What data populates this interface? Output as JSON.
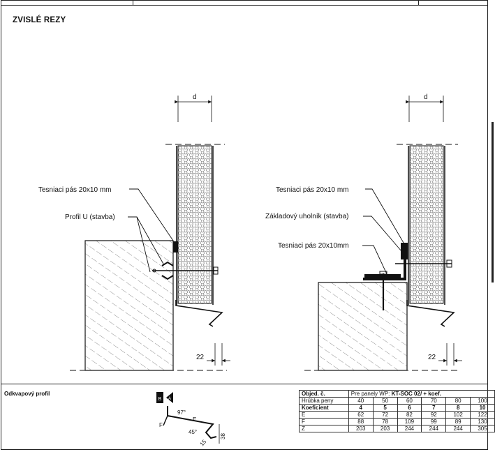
{
  "page_title": "ZVISLÉ REZY",
  "left_section": {
    "dim_label": "d",
    "gap_label": "22",
    "label_seal": "Tesniaci pás 20x10 mm",
    "label_profile": "Profil U (stavba)"
  },
  "right_section": {
    "dim_label": "d",
    "gap_label": "22",
    "label_seal_top": "Tesniaci pás 20x10 mm",
    "label_angle": "Základový uholník (stavba)",
    "label_seal_bottom": "Tesniaci pás 20x10mm"
  },
  "bottom": {
    "title": "Odkvapový profil",
    "profile": {
      "marker_left": "B",
      "marker_right": "A",
      "label_f": "F",
      "label_e": "E",
      "angle_top": "97°",
      "angle_bottom": "45°",
      "dim_15": "15",
      "dim_38": "38"
    },
    "table": {
      "col0_header": "Objed. č.",
      "span_header_prefix": "Pre panely WP:",
      "span_header_code": "KT-SOC 02/ + koef.",
      "rows": [
        {
          "label": "Hrúbka peny",
          "values": [
            "40",
            "50",
            "60",
            "70",
            "80",
            "100"
          ],
          "bold": false
        },
        {
          "label": "Koeficient",
          "values": [
            "4",
            "5",
            "6",
            "7",
            "8",
            "10"
          ],
          "bold": true
        },
        {
          "label": "E",
          "values": [
            "62",
            "72",
            "82",
            "92",
            "102",
            "122"
          ],
          "bold": false
        },
        {
          "label": "F",
          "values": [
            "88",
            "78",
            "109",
            "99",
            "89",
            "130"
          ],
          "bold": false
        },
        {
          "label": "Z",
          "values": [
            "203",
            "203",
            "244",
            "244",
            "244",
            "305"
          ],
          "bold": false
        }
      ]
    }
  }
}
